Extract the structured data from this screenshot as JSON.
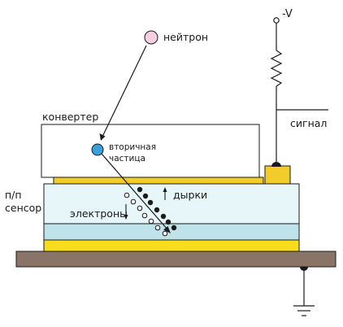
{
  "labels": {
    "neutron": "нейтрон",
    "voltage": "-V",
    "signal": "сигнал",
    "converter": "конвертер",
    "secondary_line1": "вторичная",
    "secondary_line2": "частица",
    "holes": "дырки",
    "electrons": "электроны",
    "sensor_line1": "п/п",
    "sensor_line2": "сенсор"
  },
  "colors": {
    "neutron_fill": "#f6cfe0",
    "particle_fill": "#3aa0dd",
    "converter_fill": "#ffffff",
    "gold_layer": "#f2cc2a",
    "sensor_upper": "#e6f6f9",
    "sensor_lower": "#bfe3ea",
    "yellow_base": "#f7dd1c",
    "substrate": "#8a7468",
    "stroke": "#1a1a1a"
  }
}
